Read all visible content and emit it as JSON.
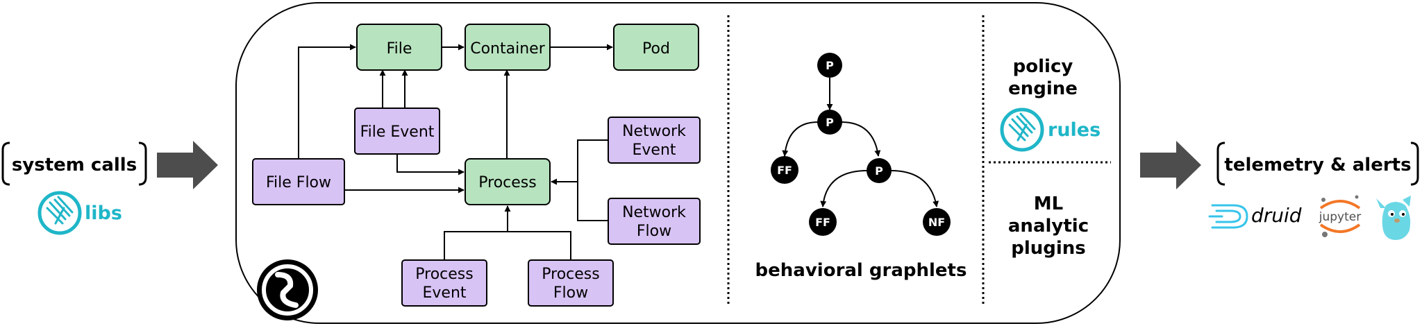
{
  "colors": {
    "green_fill": "#b7e3bf",
    "purple_fill": "#d8c3f5",
    "accent": "#1fb6c8",
    "black": "#000000",
    "arrow_gray": "#4d4d4d",
    "druid_blue": "#36c4ea",
    "jupyter_orange": "#f37726"
  },
  "input": {
    "title": "system calls",
    "logo_label": "libs",
    "logo_icon": "falco-bird-icon"
  },
  "nodes": {
    "file": "File",
    "container": "Container",
    "pod": "Pod",
    "file_event": "File Event",
    "file_flow": "File Flow",
    "process": "Process",
    "network_event": [
      "Network",
      "Event"
    ],
    "network_flow": [
      "Network",
      "Flow"
    ],
    "process_event": [
      "Process",
      "Event"
    ],
    "process_flow": [
      "Process",
      "Flow"
    ]
  },
  "graphlet": {
    "title": "behavioral graphlets",
    "nodes": [
      "P",
      "P",
      "FF",
      "P",
      "FF",
      "NF"
    ]
  },
  "policy": {
    "title": [
      "policy",
      "engine"
    ],
    "logo_label": "rules",
    "logo_icon": "falco-bird-icon"
  },
  "ml": {
    "title": [
      "ML",
      "analytic",
      "plugins"
    ]
  },
  "output": {
    "title": "telemetry & alerts",
    "logos": {
      "druid": "druid",
      "jupyter": "jupyter"
    }
  },
  "sysflow_logo": "sysflow-logo-icon"
}
